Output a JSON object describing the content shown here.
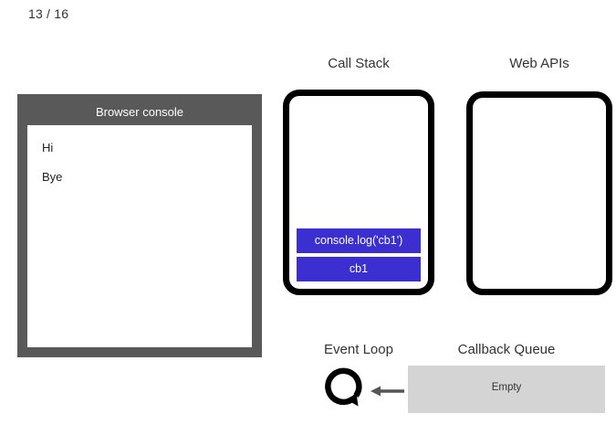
{
  "slide": {
    "counter": "13 / 16",
    "current": 13,
    "total": 16
  },
  "console": {
    "title": "Browser console",
    "lines": [
      "Hi",
      "Bye"
    ],
    "frame_color": "#595959",
    "body_color": "#ffffff"
  },
  "call_stack": {
    "title": "Call Stack",
    "frames": [
      "console.log('cb1')",
      "cb1"
    ],
    "frame_color": "#3B2FD1",
    "border_color": "#000000"
  },
  "web_apis": {
    "title": "Web APIs",
    "items": [],
    "border_color": "#000000"
  },
  "event_loop": {
    "title": "Event Loop",
    "icon": "circular-arrow-icon",
    "arrow_icon": "arrow-left-icon"
  },
  "callback_queue": {
    "title": "Callback Queue",
    "status": "Empty",
    "background_color": "#d4d4d4"
  }
}
